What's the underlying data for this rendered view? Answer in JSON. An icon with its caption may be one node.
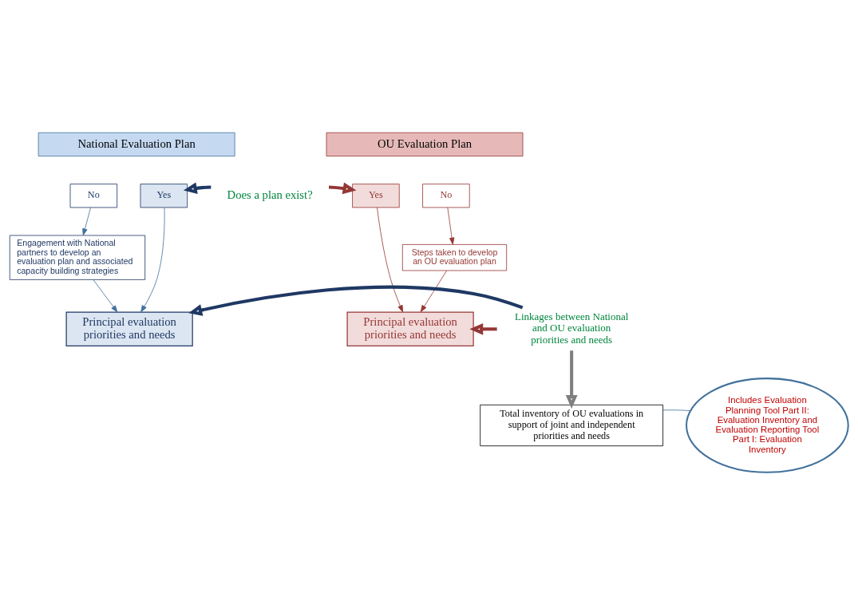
{
  "diagram": {
    "nodes": [
      {
        "text": [
          "National Evaluation Plan"
        ]
      },
      {
        "text": [
          "OU Evaluation Plan"
        ]
      },
      {
        "text": [
          "No"
        ]
      },
      {
        "text": [
          "Yes"
        ]
      },
      {
        "text": [
          "Does a plan exist?"
        ]
      },
      {
        "text": [
          "Yes"
        ]
      },
      {
        "text": [
          "No"
        ]
      },
      {
        "text": [
          "Engagement with National partners to develop an evaluation plan and associated capacity building strategies"
        ]
      },
      {
        "text": [
          "Steps taken to develop an OU evaluation plan"
        ]
      },
      {
        "text": [
          "Principal evaluation priorities and needs"
        ]
      },
      {
        "text": [
          "Linkages between National and OU evaluation priorities and needs"
        ]
      },
      {
        "text": [
          "Principal evaluation priorities and needs"
        ]
      },
      {
        "text": [
          "Total inventory of OU evaluations in support of joint and independent priorities and needs"
        ]
      },
      {
        "text": [
          "Includes Evaluation Planning Tool Part II: Evaluation Inventory and Evaluation Reporting Tool Part I: Evaluation Inventory"
        ]
      }
    ],
    "edges": [
      {
        "from": 4,
        "to": 3,
        "arrow": "to",
        "style": "thick",
        "color": "#1f3864"
      },
      {
        "from": 4,
        "to": 5,
        "arrow": "to",
        "style": "thick",
        "color": "#953735"
      },
      {
        "from": 2,
        "to": 7,
        "arrow": "to",
        "color": "#41719c"
      },
      {
        "from": 6,
        "to": 8,
        "arrow": "to",
        "color": "#953735"
      },
      {
        "from": 7,
        "to": 9,
        "arrow": "to",
        "color": "#41719c"
      },
      {
        "from": 3,
        "to": 9,
        "arrow": "to",
        "color": "#41719c"
      },
      {
        "from": 5,
        "to": 11,
        "arrow": "to",
        "color": "#953735"
      },
      {
        "from": 8,
        "to": 11,
        "arrow": "to",
        "color": "#953735"
      },
      {
        "from": 10,
        "to": 9,
        "arrow": "to",
        "style": "thick",
        "color": "#1f3864"
      },
      {
        "from": 10,
        "to": 11,
        "arrow": "to",
        "style": "thick",
        "color": "#953735"
      },
      {
        "from": 10,
        "to": 12,
        "arrow": "to",
        "style": "thick",
        "color": "#7f7f7f"
      },
      {
        "from": 13,
        "to": 12,
        "arrow": "none",
        "color": "#41719c"
      }
    ]
  }
}
